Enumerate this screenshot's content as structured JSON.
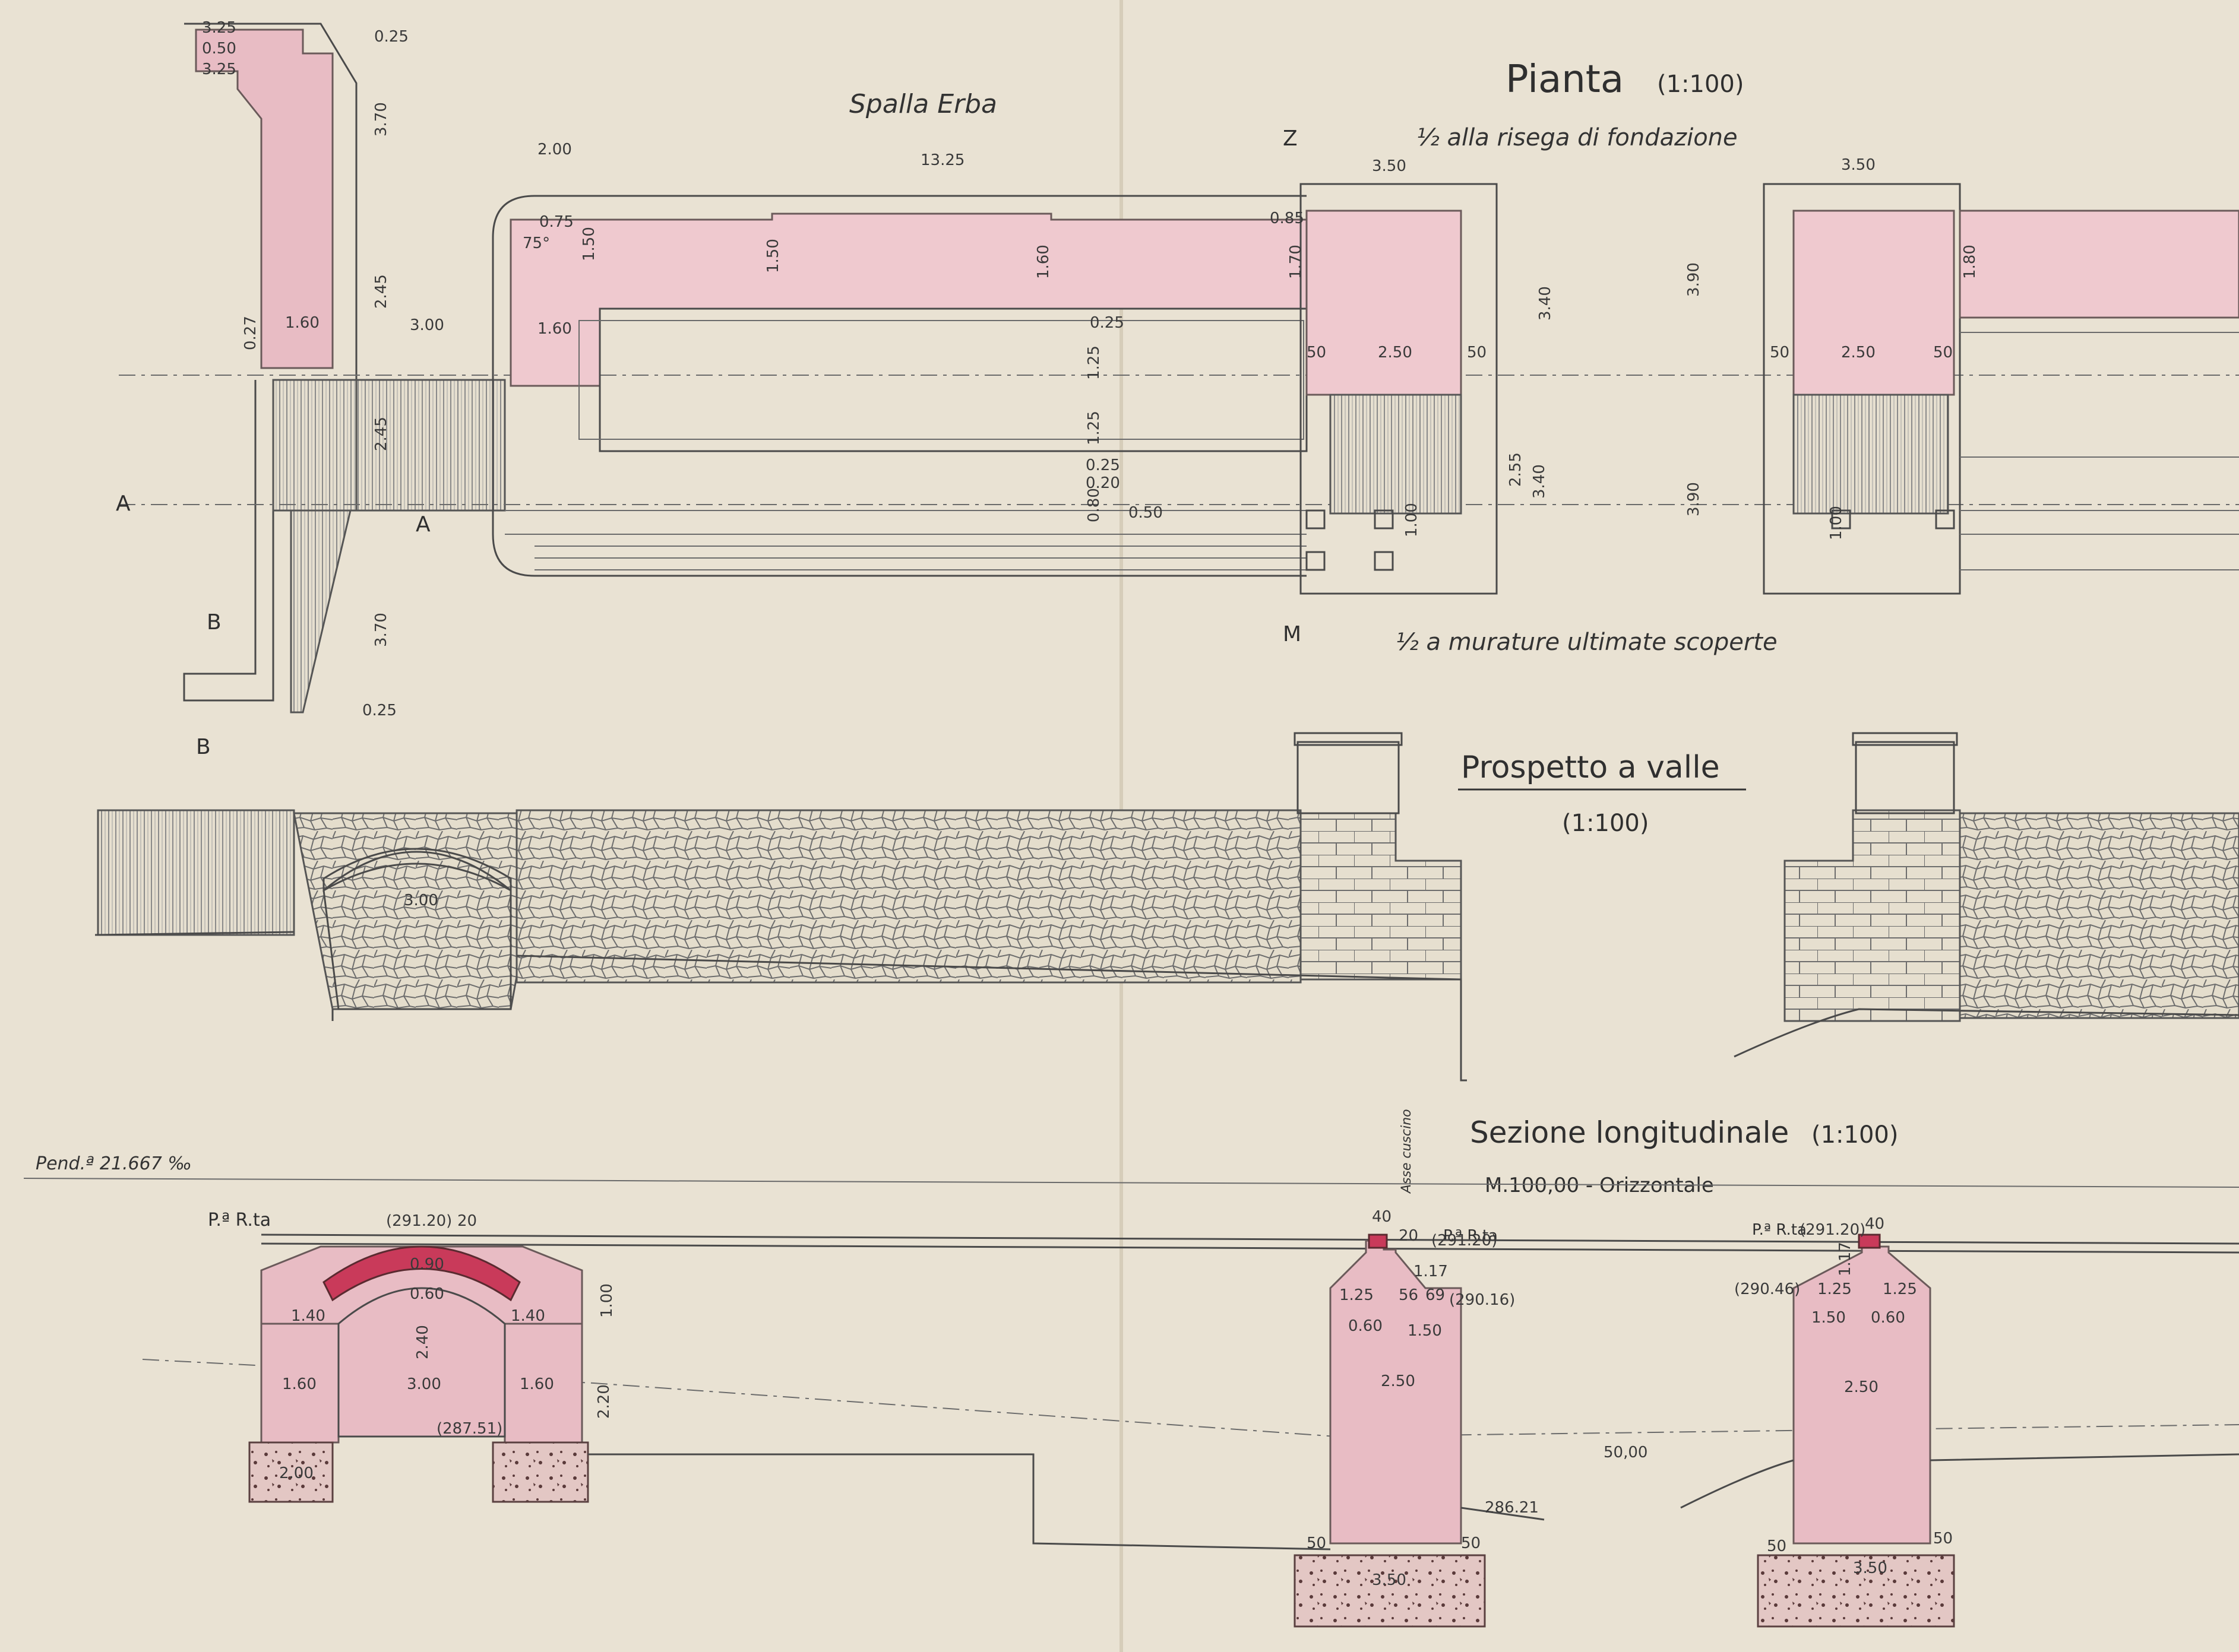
{
  "titles": {
    "pianta": "Pianta",
    "pianta_scale": "(1:100)",
    "pianta_sub1": "½ alla risega di fondazione",
    "pianta_sub2": "½ a murature ultimate scoperte",
    "spalla": "Spalla Erba",
    "prospetto": "Prospetto a valle",
    "prospetto_scale": "(1:100)",
    "sezione": "Sezione longitudinale",
    "sezione_scale": "(1:100)",
    "pendenza": "Pend.ª 21.667 ‰",
    "orizzontale": "M.100,00 - Orizzontale",
    "asse_cuscino": "Asse cuscino"
  },
  "section_marks": {
    "a": "A",
    "b": "B",
    "z": "Z",
    "m": "M",
    "pr_left": "P.ª R.ta",
    "pr_mid": "P.ª R.ta",
    "pr_right": "P.ª R.ta"
  },
  "plan_dims": {
    "d325a": "3.25",
    "d050a": "0.50",
    "d325b": "3.25",
    "d025a": "0.25",
    "d370a": "3.70",
    "d245a": "2.45",
    "d245b": "2.45",
    "d370b": "3.70",
    "d025b": "0.25",
    "d027": "0.27",
    "d160a": "1.60",
    "d300": "3.00",
    "d160b": "1.60",
    "d200": "2.00",
    "d1325": "13.25",
    "d075": "0.75",
    "d75": "75°",
    "d150a": "1.50",
    "d150b": "1.50",
    "d160c": "1.60",
    "d025c": "0.25",
    "d125a": "1.25",
    "d125b": "1.25",
    "d025d": "0.25",
    "d020": "0.20",
    "d080": "0.80",
    "d050b": "0.50",
    "d350a": "3.50",
    "d085": "0.85",
    "d170": "1.70",
    "d340a": "3.40",
    "d050c": "50",
    "d250a": "2.50",
    "d050d": "50",
    "d255": "2.55",
    "d340b": "3.40",
    "d100a": "1.00",
    "d350b": "3.50",
    "d390a": "3.90",
    "d180": "1.80",
    "d050e": "50",
    "d250b": "2.50",
    "d050f": "50",
    "d390b": "3.90",
    "d100b": "1.00"
  },
  "front_dims": {
    "d300": "3.00"
  },
  "section_dims": {
    "l_291": "(291.20)",
    "l_20": "20",
    "l_090": "0.90",
    "l_060": "0.60",
    "l_140a": "1.40",
    "l_140b": "1.40",
    "l_100": "1.00",
    "l_240": "2.40",
    "l_160a": "1.60",
    "l_300": "3.00",
    "l_160b": "1.60",
    "l_220": "2.20",
    "l_287": "(287.51)",
    "l_200": "2.00",
    "m_40": "40",
    "m_20": "20",
    "m_291": "(291.20)",
    "m_117": "1.17",
    "m_125": "1.25",
    "m_56": "56",
    "m_69": "69",
    "m_290": "(290.16)",
    "m_060": "0.60",
    "m_150": "1.50",
    "m_250": "2.50",
    "m_5000": "50,00",
    "m_286": "286.21",
    "m_50a": "50",
    "m_50b": "50",
    "m_350": "3.50",
    "r_40": "40",
    "r_291": "(291.20)",
    "r_117": "1.17",
    "r_290": "(290.46)",
    "r_125a": "1.25",
    "r_125b": "1.25",
    "r_150": "1.50",
    "r_060": "0.60",
    "r_250": "2.50",
    "r_50a": "50",
    "r_50b": "50",
    "r_350": "3.50"
  },
  "colors": {
    "paper": "#e9e2d3",
    "masonry_rose": "#e8bcc4",
    "arch_crimson": "#c93a5a",
    "ink": "#4a4a4a"
  }
}
